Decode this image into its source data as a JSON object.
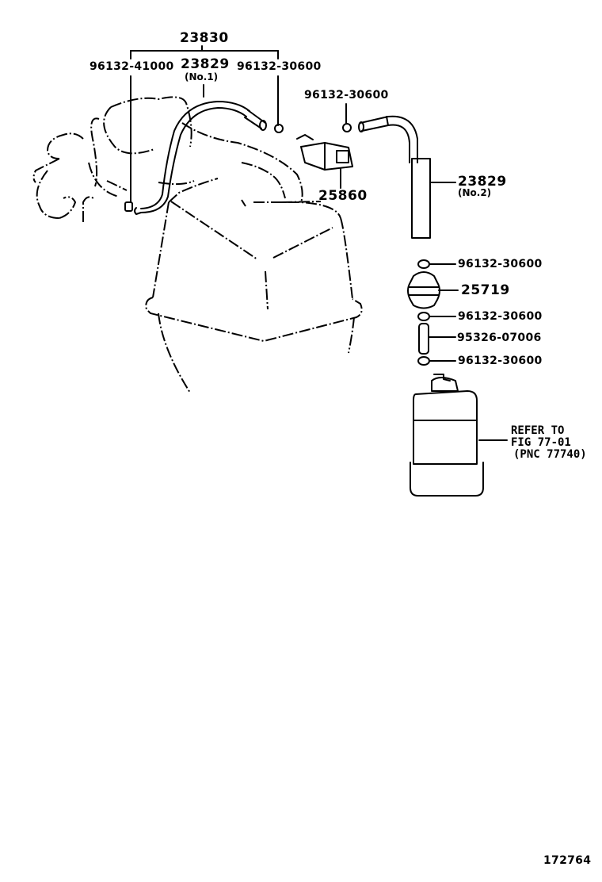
{
  "diagram": {
    "type": "parts-exploded-view",
    "figure_number": "172764",
    "labels": {
      "assembly_23830": "23830",
      "clamp_left": "96132-41000",
      "hose_no1_part": "23829",
      "hose_no1_sub": "(No.1)",
      "clamp_top_right": "96132-30600",
      "clamp_upper": "96132-30600",
      "vsv_25860": "25860",
      "hose_no2_part": "23829",
      "hose_no2_sub": "(No.2)",
      "clamp_a": "96132-30600",
      "filter_25719": "25719",
      "clamp_b": "96132-30600",
      "hose_95326": "95326-07006",
      "clamp_c": "96132-30600",
      "refer_line1": "REFER TO",
      "refer_line2": "FIG 77-01",
      "refer_line3": "(PNC 77740)"
    },
    "colors": {
      "ink": "#000000",
      "background": "#ffffff"
    }
  }
}
